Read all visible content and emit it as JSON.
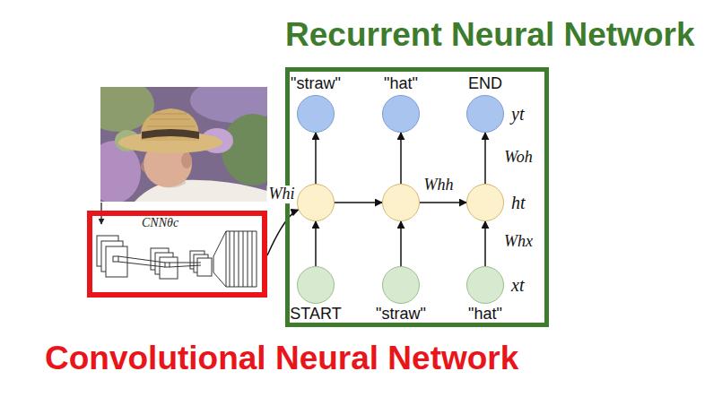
{
  "diagram": {
    "nodes": [
      {
        "text": [
          "Recurrent Neural Network"
        ]
      },
      {
        "text": [
          "\"straw\""
        ],
        "in": 0
      },
      {
        "text": [
          "\"hat\""
        ],
        "in": 0
      },
      {
        "text": [
          "END",
          "yt"
        ],
        "in": 0
      },
      {
        "in": 0
      },
      {
        "in": 0
      },
      {
        "text": [
          "ht"
        ],
        "in": 0
      },
      {
        "text": [
          "START"
        ],
        "in": 0
      },
      {
        "text": [
          "\"straw\""
        ],
        "in": 0
      },
      {
        "text": [
          "\"hat\"",
          "xt"
        ],
        "in": 0
      },
      {
        "text": [
          "CNNθc",
          "Convolutional Neural Network"
        ]
      }
    ],
    "edges": [
      {
        "from": 10,
        "to": 4,
        "arrow": "to",
        "label": "Whi"
      },
      {
        "from": 7,
        "to": 4,
        "arrow": "to"
      },
      {
        "from": 8,
        "to": 5,
        "arrow": "to"
      },
      {
        "from": 9,
        "to": 6,
        "arrow": "to",
        "label": "Whx"
      },
      {
        "from": 4,
        "to": 1,
        "arrow": "to"
      },
      {
        "from": 5,
        "to": 2,
        "arrow": "to"
      },
      {
        "from": 6,
        "to": 3,
        "arrow": "to",
        "label": "Woh"
      },
      {
        "from": 4,
        "to": 5,
        "arrow": "to"
      },
      {
        "from": 5,
        "to": 6,
        "arrow": "to",
        "label": "Whh"
      }
    ]
  }
}
